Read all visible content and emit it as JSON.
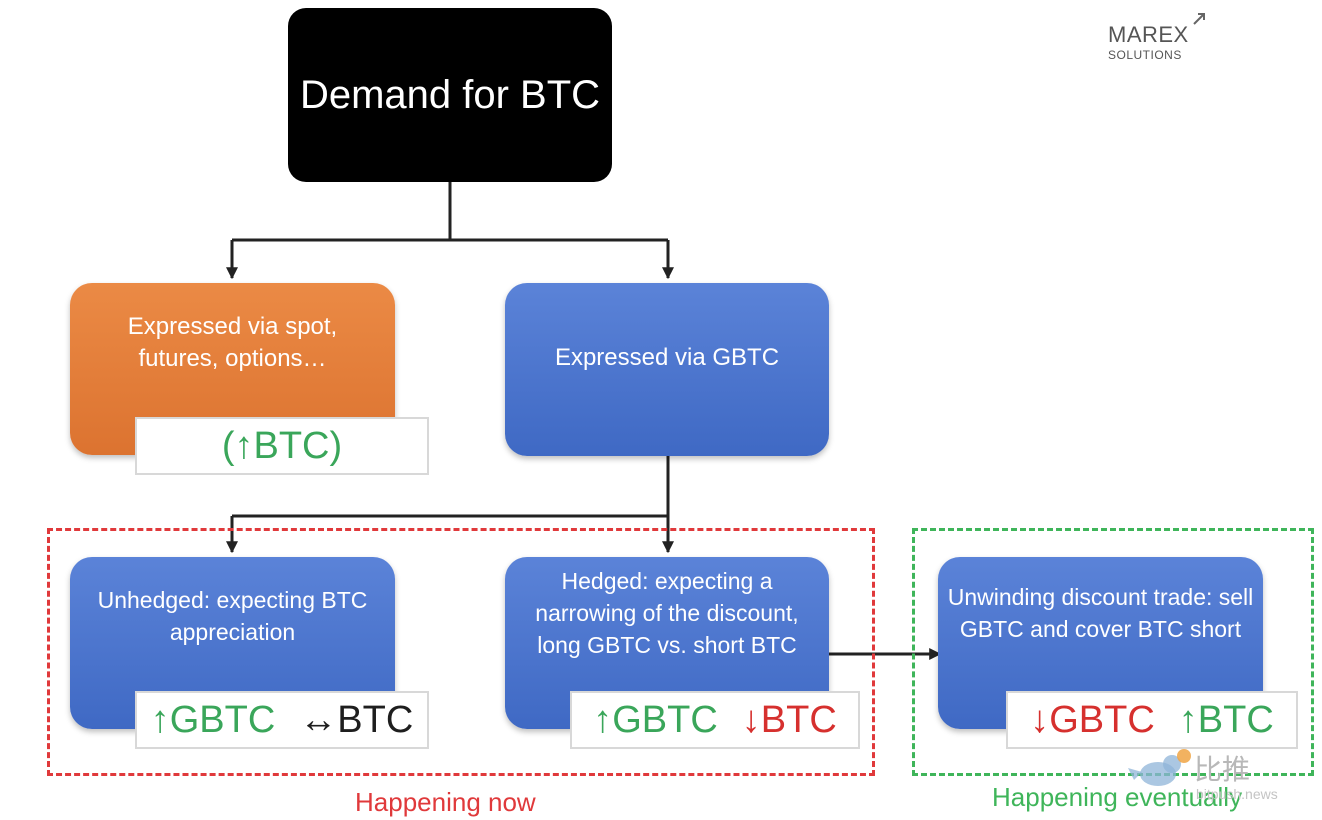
{
  "root": {
    "label": "Demand for BTC"
  },
  "level1": {
    "left": {
      "label": "Expressed via spot, futures, options…",
      "signal": "(↑BTC)",
      "color": "#e07a35"
    },
    "right": {
      "label": "Expressed via GBTC",
      "color": "#4a74cf"
    }
  },
  "level2": {
    "unhedged": {
      "label": "Unhedged: expecting BTC appreciation",
      "sig1": "↑GBTC",
      "sig2": "↔BTC"
    },
    "hedged": {
      "label": "Hedged: expecting a narrowing of the discount, long GBTC vs. short BTC",
      "sig1": "↑GBTC",
      "sig2": "↓BTC"
    },
    "unwinding": {
      "label": "Unwinding discount trade: sell GBTC and cover BTC short",
      "sig1": "↓GBTC",
      "sig2": "↑BTC"
    }
  },
  "groups": {
    "now": {
      "label": "Happening now",
      "color": "#e0393b"
    },
    "eventually": {
      "label": "Happening eventually",
      "color": "#3fb55a"
    }
  },
  "logo": {
    "name": "MAREX",
    "sub": "SOLUTIONS"
  },
  "watermark": {
    "text": "比推",
    "url": "bitpush.news"
  },
  "colors": {
    "up": "#3aa65a",
    "down": "#d6302e",
    "flat": "#1e1e1e"
  }
}
